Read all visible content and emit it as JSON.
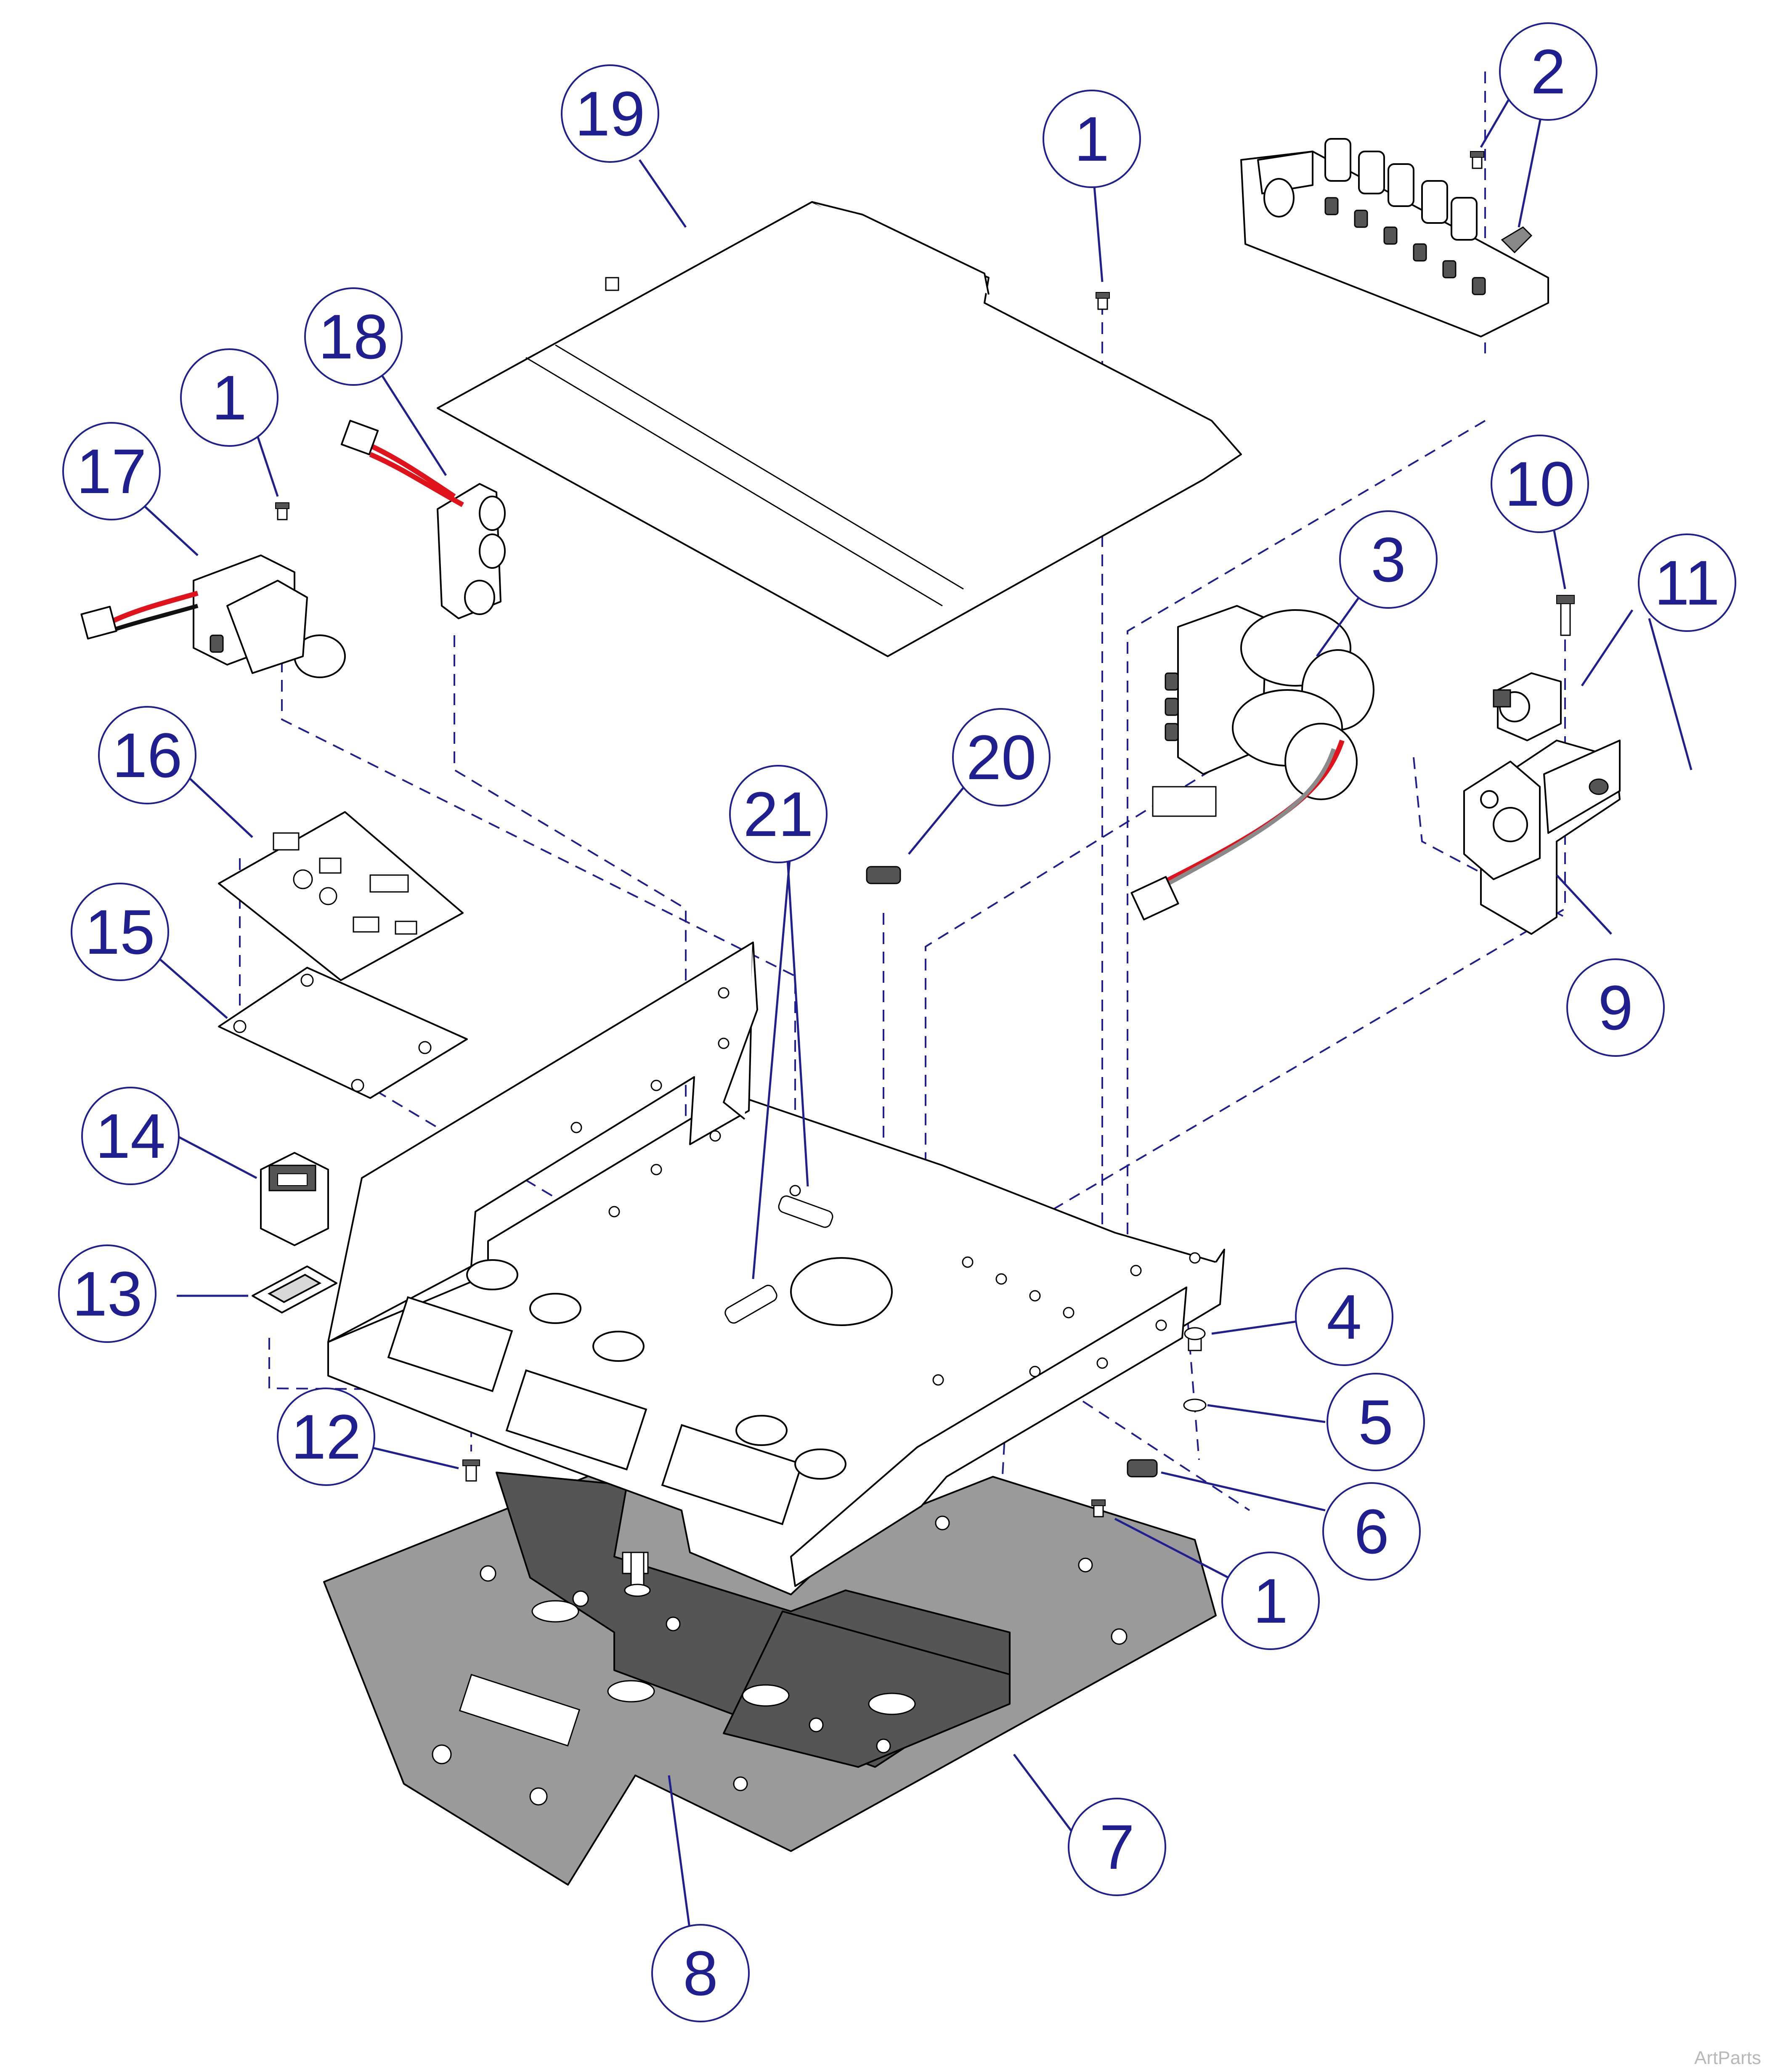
{
  "figure": {
    "watermark": "ArtParts"
  },
  "callouts": [
    {
      "id": "c19",
      "label": "19"
    },
    {
      "id": "c1a",
      "label": "1"
    },
    {
      "id": "c2",
      "label": "2"
    },
    {
      "id": "c18",
      "label": "18"
    },
    {
      "id": "c1b",
      "label": "1"
    },
    {
      "id": "c17",
      "label": "17"
    },
    {
      "id": "c10",
      "label": "10"
    },
    {
      "id": "c3",
      "label": "3"
    },
    {
      "id": "c11",
      "label": "11"
    },
    {
      "id": "c16",
      "label": "16"
    },
    {
      "id": "c20",
      "label": "20"
    },
    {
      "id": "c21",
      "label": "21"
    },
    {
      "id": "c15",
      "label": "15"
    },
    {
      "id": "c9",
      "label": "9"
    },
    {
      "id": "c14",
      "label": "14"
    },
    {
      "id": "c13",
      "label": "13"
    },
    {
      "id": "c4",
      "label": "4"
    },
    {
      "id": "c5",
      "label": "5"
    },
    {
      "id": "c12",
      "label": "12"
    },
    {
      "id": "c6",
      "label": "6"
    },
    {
      "id": "c1c",
      "label": "1"
    },
    {
      "id": "c7",
      "label": "7"
    },
    {
      "id": "c8",
      "label": "8"
    }
  ],
  "parts": [
    {
      "id": "p1",
      "name": "screw"
    },
    {
      "id": "p2",
      "name": "valve-manifold-block"
    },
    {
      "id": "p3",
      "name": "solenoid-valve-assembly"
    },
    {
      "id": "p4",
      "name": "screw"
    },
    {
      "id": "p5",
      "name": "lock-washer"
    },
    {
      "id": "p6",
      "name": "fitting"
    },
    {
      "id": "p7",
      "name": "top-mounting-plate"
    },
    {
      "id": "p8",
      "name": "base-plate"
    },
    {
      "id": "p9",
      "name": "regulator-bracket-assembly"
    },
    {
      "id": "p10",
      "name": "screw"
    },
    {
      "id": "p11",
      "name": "regulator-and-nut"
    },
    {
      "id": "p12",
      "name": "screw"
    },
    {
      "id": "p13",
      "name": "gasket"
    },
    {
      "id": "p14",
      "name": "switch-housing"
    },
    {
      "id": "p15",
      "name": "insulator-sheet"
    },
    {
      "id": "p16",
      "name": "circuit-board"
    },
    {
      "id": "p17",
      "name": "solenoid-valve"
    },
    {
      "id": "p18",
      "name": "valve-with-harness"
    },
    {
      "id": "p19",
      "name": "cover"
    },
    {
      "id": "p20",
      "name": "fitting"
    },
    {
      "id": "p21",
      "name": "check-valve"
    }
  ]
}
